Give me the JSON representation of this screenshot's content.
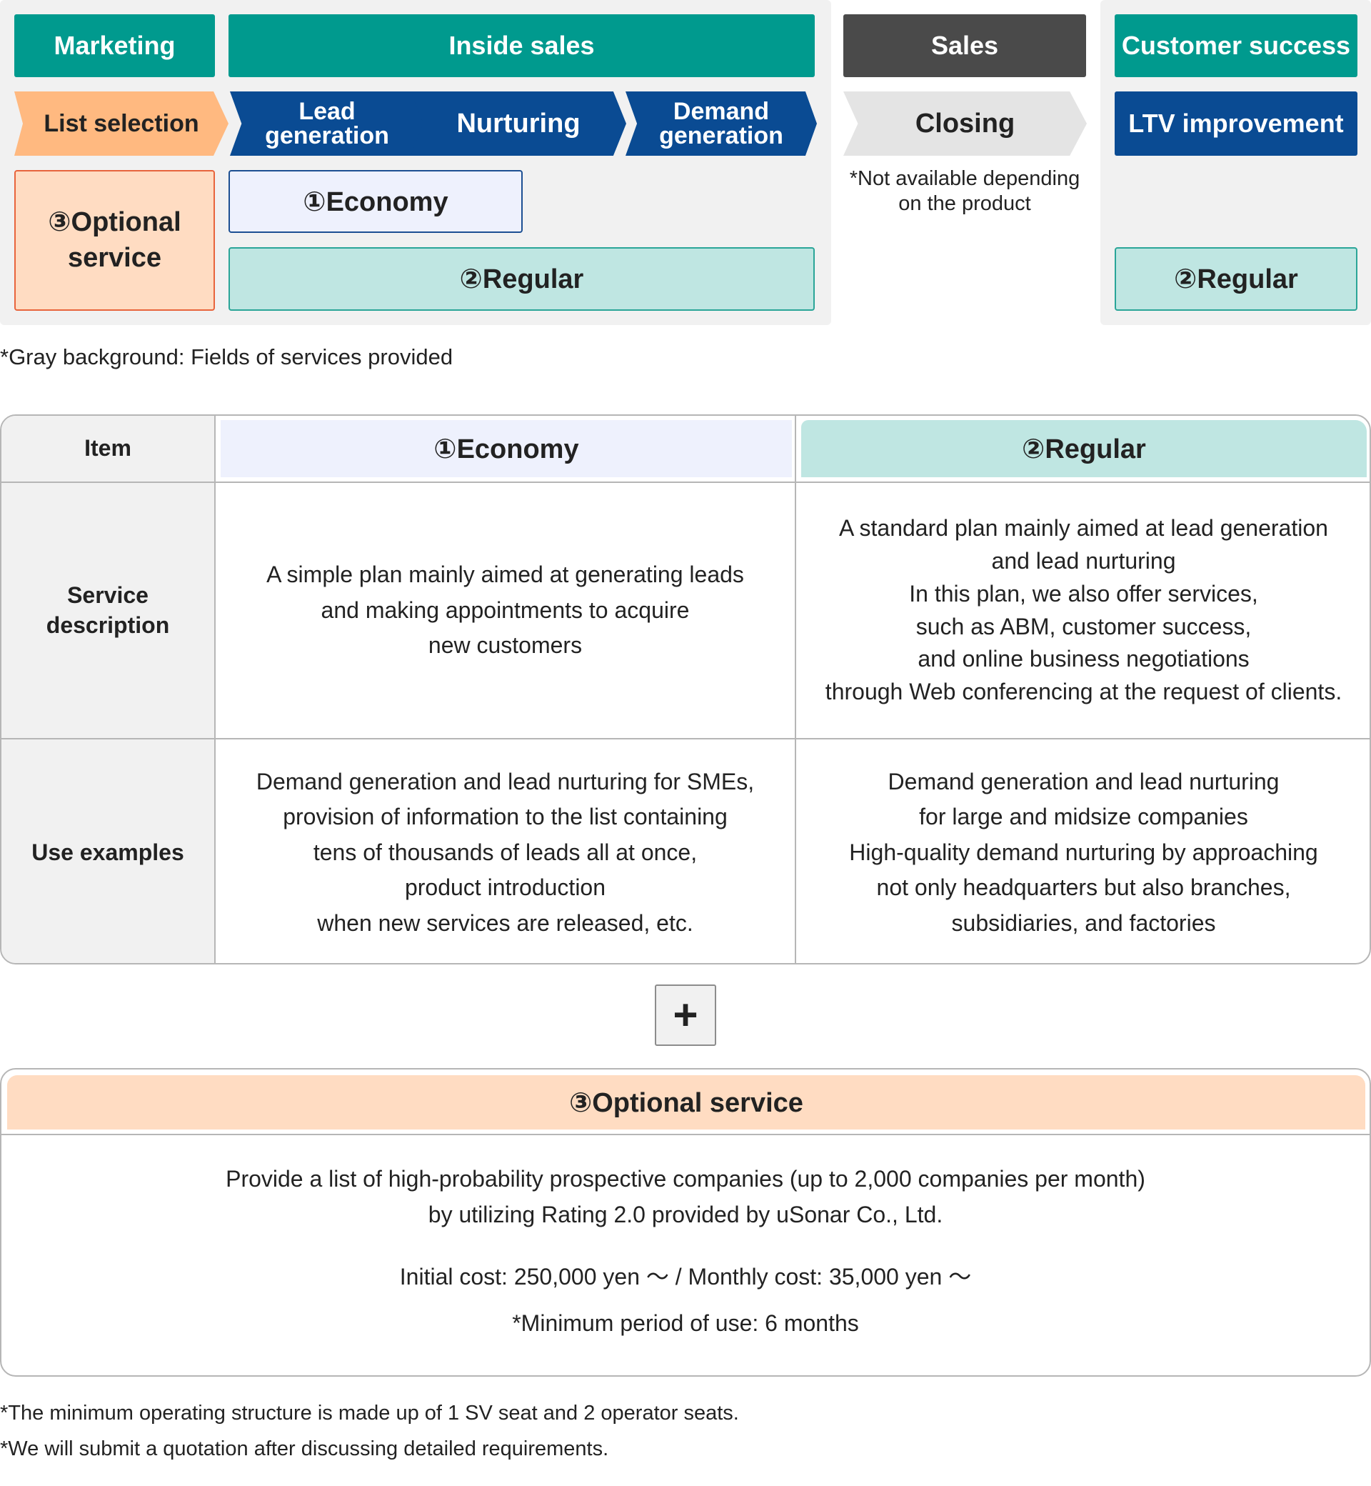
{
  "phases": {
    "marketing": "Marketing",
    "inside_sales": "Inside sales",
    "sales": "Sales",
    "customer_success": "Customer success"
  },
  "steps": {
    "list_selection": "List selection",
    "lead_generation": "Lead generation",
    "nurturing": "Nurturing",
    "demand_generation": "Demand generation",
    "closing": "Closing",
    "ltv_improvement": "LTV improvement"
  },
  "plans": {
    "optional": "③Optional service",
    "economy": "①Economy",
    "regular": "②Regular",
    "regular_cs": "②Regular"
  },
  "notes": {
    "closing_note": "*Not available depending on the product",
    "gray_background": "*Gray background: Fields of services provided"
  },
  "table": {
    "headers": {
      "item": "Item",
      "economy": "①Economy",
      "regular": "②Regular"
    },
    "rows": [
      {
        "label": "Service description",
        "economy": "A simple plan mainly aimed at generating leads\nand making appointments to acquire\nnew customers",
        "regular": "A standard plan mainly aimed at lead generation\nand lead nurturing\nIn this plan, we also offer services,\nsuch as ABM, customer success,\nand online business negotiations\nthrough Web conferencing at the request of clients."
      },
      {
        "label": "Use examples",
        "economy": "Demand generation and lead nurturing for SMEs,\nprovision of information to the list containing\ntens of thousands of leads all at once,\nproduct introduction\nwhen new services are released, etc.",
        "regular": "Demand generation and lead nurturing\nfor large and midsize companies\nHigh-quality demand nurturing by approaching\nnot only headquarters but also branches,\nsubsidiaries, and factories"
      }
    ]
  },
  "plus_symbol": "+",
  "optional_service": {
    "title": "③Optional service",
    "description_line1": "Provide a list of high-probability prospective companies (up to 2,000 companies per month)",
    "description_line2": "by utilizing Rating 2.0 provided by uSonar Co., Ltd.",
    "cost": "Initial cost: 250,000 yen ～ /  Monthly cost: 35,000 yen ～",
    "minimum_period": "*Minimum period of use: 6 months"
  },
  "footnotes": [
    "*The minimum operating structure is made up of 1 SV seat and 2 operator seats.",
    "*We will submit a quotation after discussing detailed requirements."
  ],
  "colors": {
    "teal": "#009a8e",
    "navy": "#0a4b93",
    "dark_gray": "#4a4a4a",
    "orange_light": "#ffb980",
    "peach": "#ffdcc2",
    "mint": "#bfe6e2",
    "lavender": "#eef1fd"
  }
}
